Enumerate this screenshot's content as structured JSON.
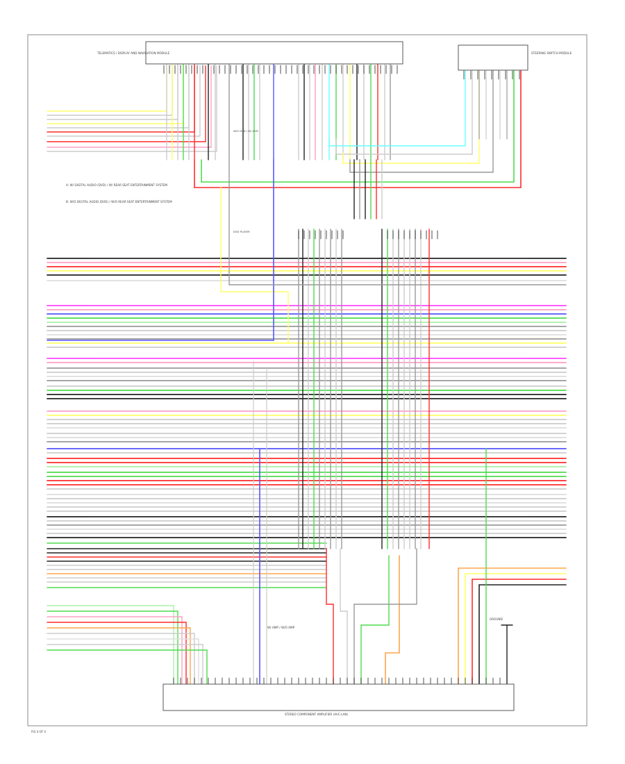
{
  "colors": {
    "black": "#222222",
    "red": "#ff2a2a",
    "green": "#4ddc4d",
    "lightgreen": "#a8f0a8",
    "yellow": "#ffff66",
    "pink": "#ff9ec6",
    "magenta": "#ff44ff",
    "blue": "#5555ff",
    "gray": "#999999",
    "lightgray": "#cccccc",
    "white": "#dddddd",
    "orange": "#ffa54a",
    "cyan": "#66ffff",
    "violet": "#c070ff",
    "tan": "#e0c080"
  },
  "components": {
    "top_left_module": "TELEMATICS / DISPLAY AND NAVIGATION MODULE",
    "top_right_module": "STEERING SWITCH MODULE",
    "bottom_module": "STEREO COMPONENT AMPLIFIER (AVC-LAN)",
    "ground_label": "GROUND",
    "center_part": "DVD PLAYER",
    "mid_note": "W/O DVD / W/ DVD",
    "bottom_note": "W/ AMP / W/O AMP"
  },
  "notes": [
    "A: W/ DIGITAL AUDIO (DVD) / W/ REAR SEAT ENTERTAINMENT SYSTEM",
    "B: W/O DIGITAL AUDIO (DVD) / W/O REAR SEAT ENTERTAINMENT SYSTEM"
  ],
  "page_ref": "FIG 4 OF 4"
}
